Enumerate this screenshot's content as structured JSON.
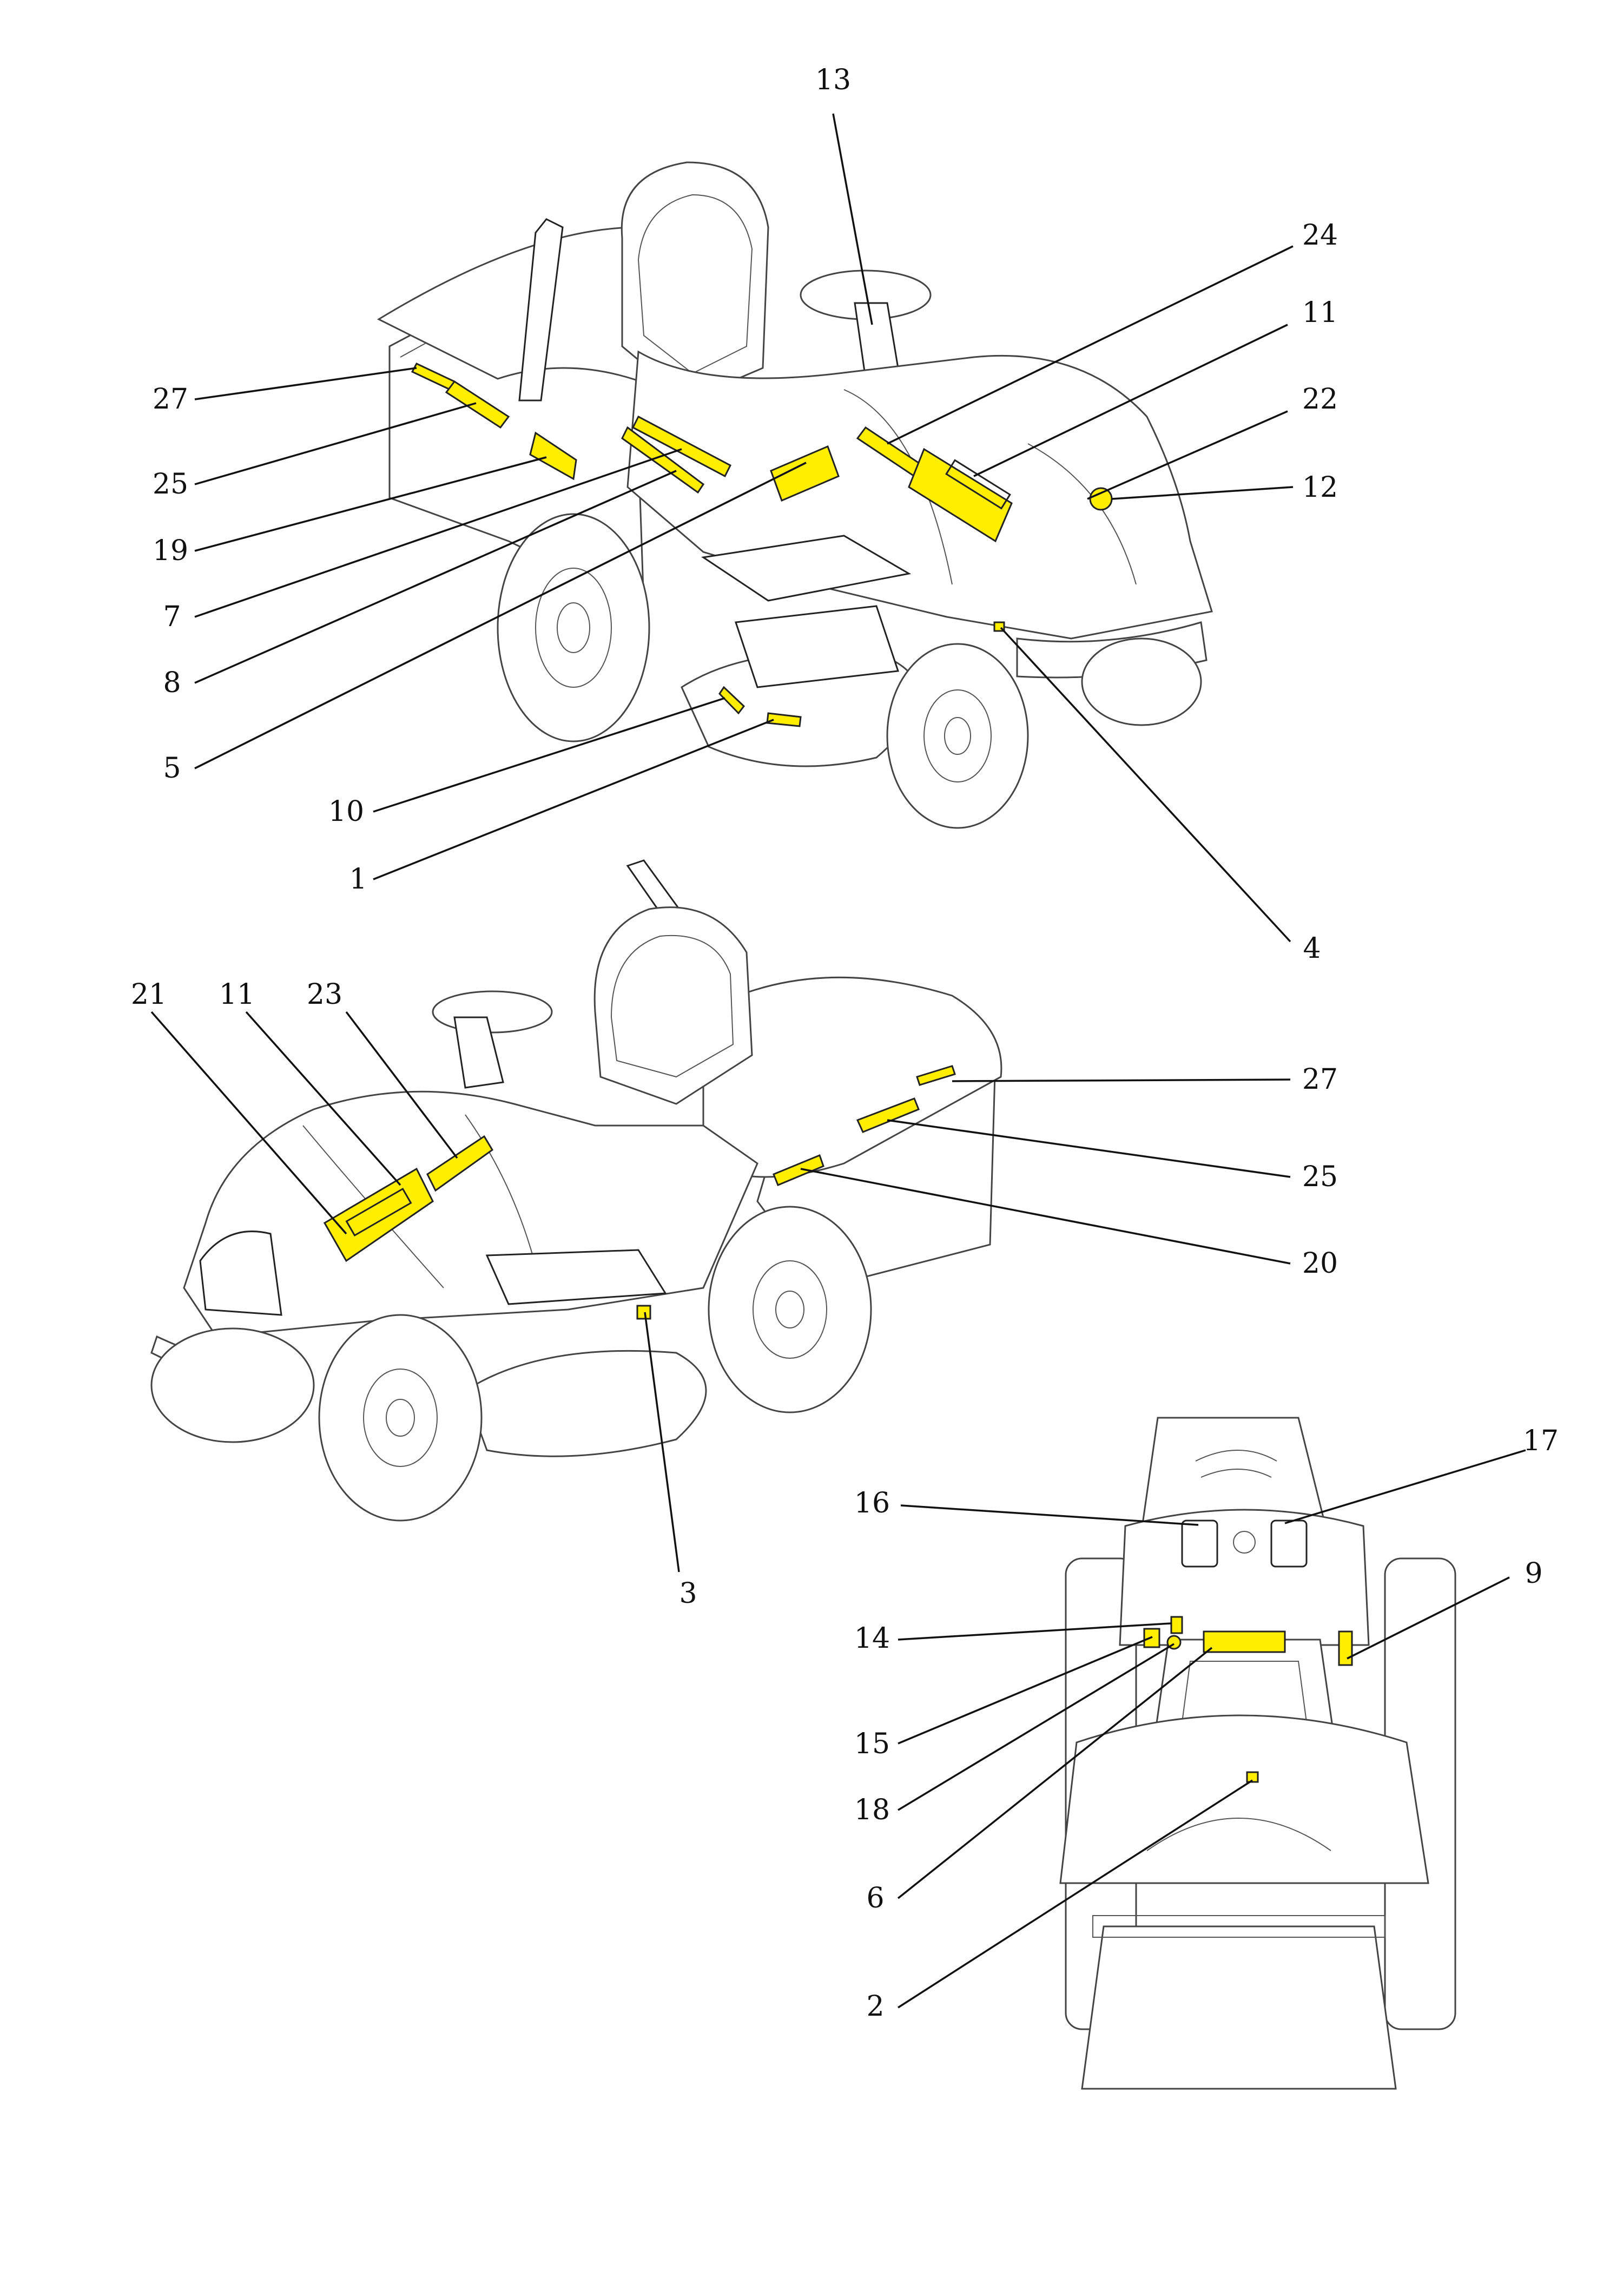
{
  "colors": {
    "decal": "#ffee00",
    "line": "#111111",
    "outline": "#555555"
  },
  "views": {
    "front_three_quarter": {
      "callouts": [
        "13",
        "24",
        "11",
        "22",
        "12",
        "27",
        "25",
        "19",
        "7",
        "8",
        "5",
        "10",
        "1",
        "4"
      ]
    },
    "left_side": {
      "callouts": [
        "21",
        "11",
        "23",
        "27",
        "25",
        "20",
        "3"
      ]
    },
    "rear": {
      "callouts": [
        "16",
        "17",
        "9",
        "14",
        "15",
        "18",
        "6",
        "2"
      ]
    }
  }
}
